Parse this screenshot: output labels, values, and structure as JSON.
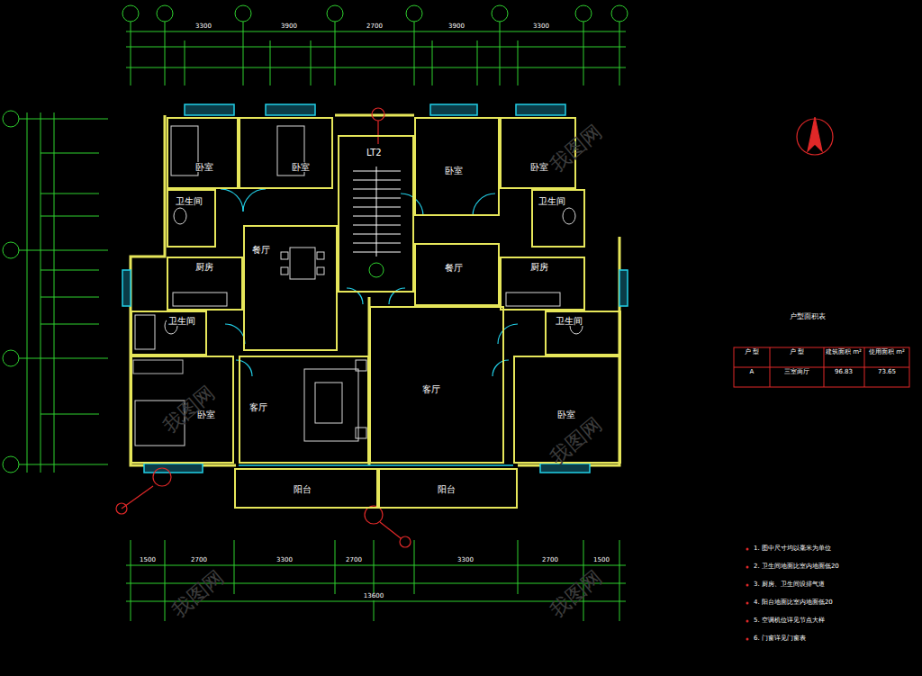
{
  "diagram": {
    "nodes": [
      {
        "text": [
          "卧室"
        ]
      },
      {
        "text": [
          "卧室"
        ]
      },
      {
        "text": [
          "卫生间"
        ]
      },
      {
        "text": [
          "餐厅"
        ]
      },
      {
        "text": [
          "厨房"
        ]
      },
      {
        "text": [
          "卫生间"
        ]
      },
      {
        "text": [
          "卧室"
        ]
      },
      {
        "text": [
          "客厅"
        ]
      },
      {
        "text": [
          "LT2"
        ]
      },
      {
        "text": [
          "卧室"
        ]
      },
      {
        "text": [
          "卧室"
        ]
      },
      {
        "text": [
          "卫生间"
        ]
      },
      {
        "text": [
          "餐厅"
        ]
      },
      {
        "text": [
          "厨房"
        ]
      },
      {
        "text": [
          "卫生间"
        ]
      },
      {
        "text": [
          "客厅"
        ]
      },
      {
        "text": [
          "卧室"
        ]
      },
      {
        "text": [
          "阳台"
        ]
      },
      {
        "text": [
          "阳台"
        ]
      }
    ],
    "labels": [
      "户型面积表",
      "户 型",
      "户 型",
      "建筑面积 m²",
      "使用面积 m²",
      "A",
      "三室两厅",
      "96.83",
      "73.65",
      "3300",
      "3900",
      "2700",
      "3900",
      "3300",
      "1500",
      "2700",
      "3300",
      "2700",
      "3300",
      "2700",
      "1500",
      "13600",
      "我图网",
      "我图网",
      "我图网",
      "我图网",
      "我图网",
      "1. 图中尺寸均以毫米为单位",
      "2. 卫生间地面比室内地面低20",
      "3. 厨房、卫生间设排气道",
      "4. 阳台地面比室内地面低20",
      "5. 空调机位详见节点大样",
      "6. 门窗详见门窗表"
    ]
  }
}
